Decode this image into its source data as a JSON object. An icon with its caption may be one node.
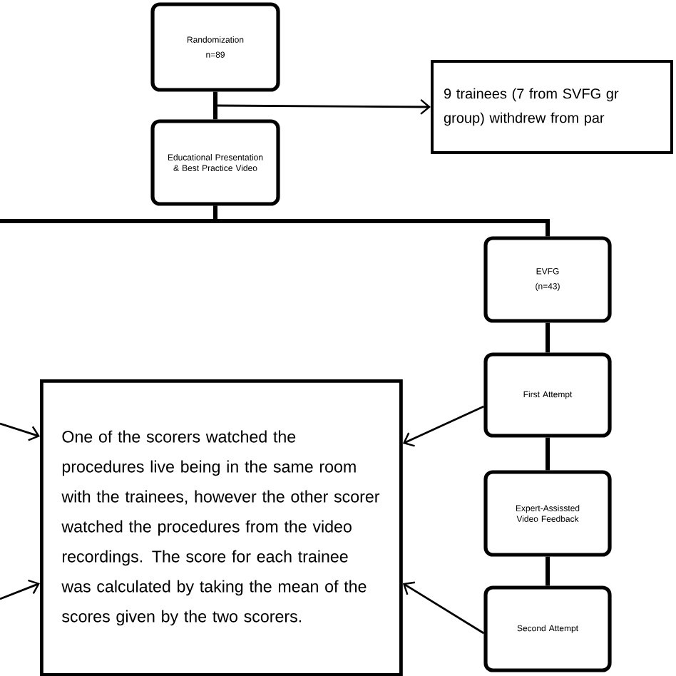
{
  "diagram": {
    "nodes": [
      {
        "text": [
          "Randomization",
          "n=89"
        ]
      },
      {
        "text": [
          "Educational Presentation & Best Practice Video"
        ]
      },
      {
        "text": [
          "9 trainees (7 from SVFG gr group) withdrew from par"
        ]
      },
      {
        "text": [
          "EVFG",
          "(n=43)"
        ]
      },
      {
        "text": [
          "First Attempt"
        ]
      },
      {
        "text": [
          "Expert-Assissted Video Feedback"
        ]
      },
      {
        "text": [
          "Second Attempt"
        ]
      },
      {
        "text": [
          "One of the scorers watched the procedures live being in the same room with the trainees, however the other scorer watched the procedures from the video recordings.  The score for each trainee was calculated by taking the mean of the scores given by the two scorers."
        ]
      }
    ],
    "edges": [
      {
        "from": 0,
        "to": 1,
        "arrow": "none"
      },
      {
        "from": 0,
        "to": 2,
        "arrow": "to"
      },
      {
        "from": 1,
        "to": null,
        "arrow": "none"
      },
      {
        "from": 1,
        "to": 3,
        "arrow": "none"
      },
      {
        "from": 3,
        "to": 4,
        "arrow": "none"
      },
      {
        "from": 4,
        "to": 5,
        "arrow": "none"
      },
      {
        "from": 5,
        "to": 6,
        "arrow": "none"
      },
      {
        "from": 4,
        "to": 7,
        "arrow": "to"
      },
      {
        "from": 6,
        "to": 7,
        "arrow": "to"
      },
      {
        "from": null,
        "to": 7,
        "arrow": "to"
      },
      {
        "from": null,
        "to": 7,
        "arrow": "to"
      }
    ]
  }
}
